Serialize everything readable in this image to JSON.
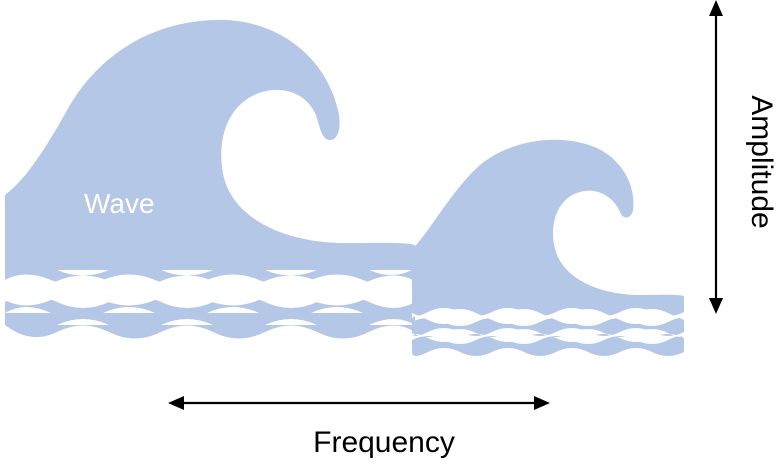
{
  "labels": {
    "wave": "Wave",
    "frequency": "Frequency",
    "amplitude": "Amplitude"
  },
  "colors": {
    "wave_fill": "#b4c7e7",
    "arrow": "#000000",
    "wave_label": "#ffffff"
  },
  "icons": {
    "large_wave": "large-wave-icon",
    "small_wave": "small-wave-icon",
    "frequency_arrow": "double-arrow-horizontal",
    "amplitude_arrow": "double-arrow-vertical"
  }
}
